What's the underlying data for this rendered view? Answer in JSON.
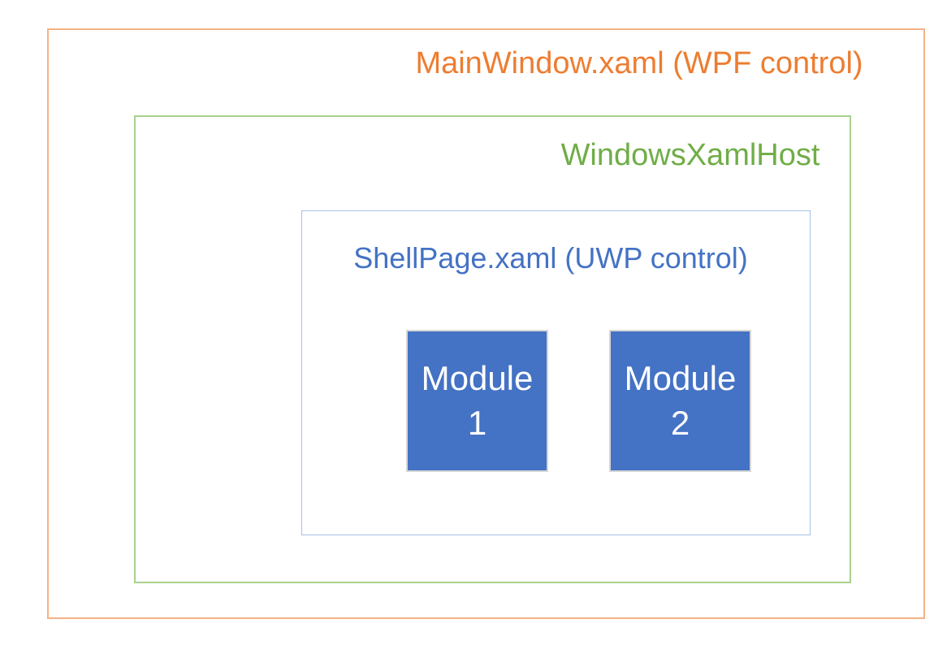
{
  "boxes": {
    "mainwindow": {
      "label": "MainWindow.xaml (WPF control)",
      "label_color": "#ED7D31",
      "border_color": "#F4B183"
    },
    "windowsxamlhost": {
      "label": "WindowsXamlHost",
      "label_color": "#70AD47",
      "border_color": "#A9D18E"
    },
    "shellpage": {
      "label": "ShellPage.xaml (UWP control)",
      "label_color": "#4472C4",
      "border_color": "#A6C0E4"
    }
  },
  "modules": [
    {
      "line1": "Module",
      "line2": "1",
      "fill_color": "#4472C4",
      "text_color": "#FFFFFF",
      "border_color": "#D6D6D6"
    },
    {
      "line1": "Module",
      "line2": "2",
      "fill_color": "#4472C4",
      "text_color": "#FFFFFF",
      "border_color": "#D6D6D6"
    }
  ]
}
